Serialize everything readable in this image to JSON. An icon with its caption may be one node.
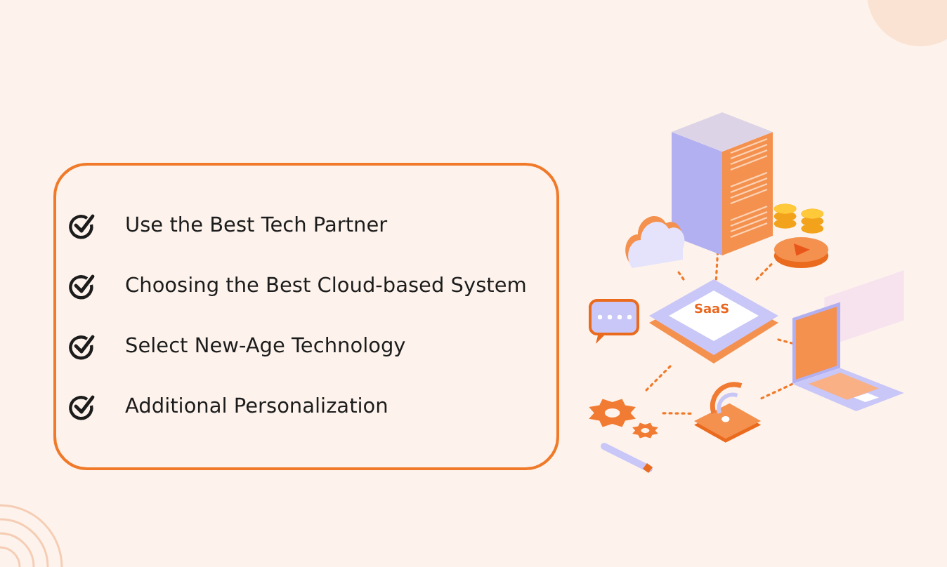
{
  "diagram": {
    "nodes": [
      {
        "text": [
          "Use the Best Tech Partner",
          "Choosing the Best Cloud-based System",
          "Select New-Age Technology",
          "Additional Personalization"
        ]
      },
      {
        "text": [
          "SaaS"
        ]
      },
      {
        "text": [],
        "shape": "picture"
      },
      {
        "text": [],
        "shape": "cloud"
      },
      {
        "text": [],
        "shape": "picture"
      },
      {
        "text": [],
        "shape": "picture"
      },
      {
        "text": [],
        "shape": "picture"
      },
      {
        "text": [],
        "shape": "picture"
      }
    ],
    "edges": [
      {
        "from": 1,
        "to": 2,
        "arrow": "none",
        "style": "dashed"
      },
      {
        "from": 1,
        "to": 3,
        "arrow": "none",
        "style": "dashed"
      },
      {
        "from": 1,
        "to": 4,
        "arrow": "none",
        "style": "dashed"
      },
      {
        "from": 1,
        "to": 5,
        "arrow": "none",
        "style": "dashed"
      },
      {
        "from": 1,
        "to": 7,
        "arrow": "none",
        "style": "dashed"
      },
      {
        "from": 5,
        "to": 6,
        "arrow": "none",
        "style": "dashed"
      },
      {
        "from": 6,
        "to": 7,
        "arrow": "none",
        "style": "dashed"
      }
    ]
  }
}
